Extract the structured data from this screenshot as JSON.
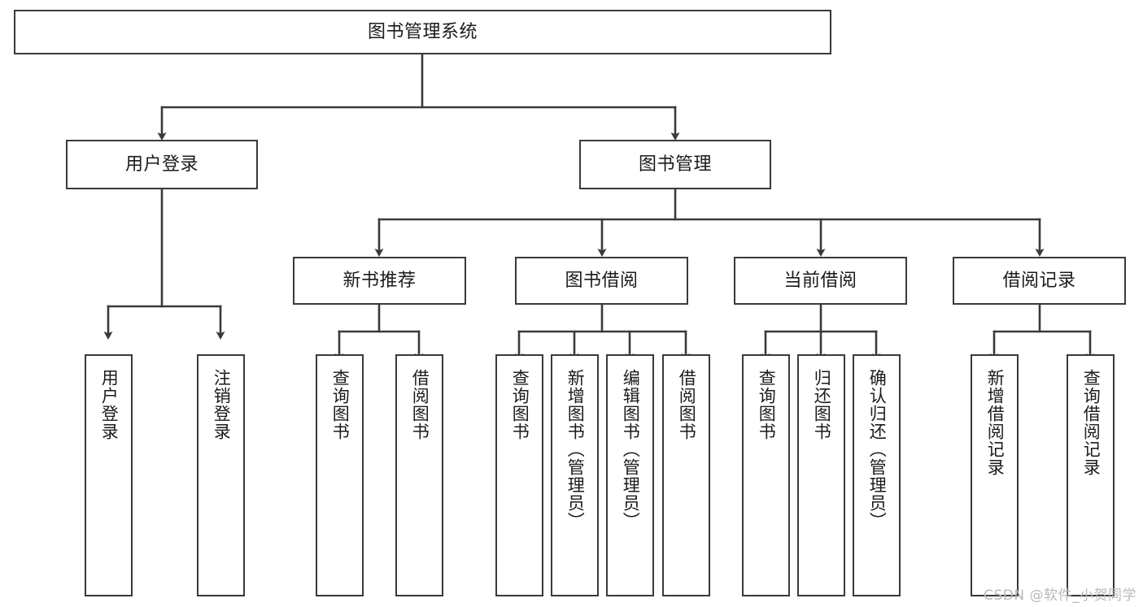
{
  "diagram": {
    "title": "图书管理系统",
    "type": "tree",
    "stroke_color": "#3a3a3c",
    "fill_color": "#ffffff",
    "background_color": "#ffffff",
    "text_color": "#1b1b1b"
  },
  "nodes": {
    "root": {
      "label": "图书管理系统"
    },
    "level1": [
      {
        "label": "用户登录"
      },
      {
        "label": "图书管理"
      }
    ],
    "level2": [
      {
        "label": "新书推荐"
      },
      {
        "label": "图书借阅"
      },
      {
        "label": "当前借阅"
      },
      {
        "label": "借阅记录"
      }
    ],
    "leaves": {
      "user_login": [
        {
          "label": "用户登录"
        },
        {
          "label": "注销登录"
        }
      ],
      "new_book_recommend": [
        {
          "label": "查询图书"
        },
        {
          "label": "借阅图书"
        }
      ],
      "book_borrow": [
        {
          "label": "查询图书"
        },
        {
          "label": "新增图书（管理员）"
        },
        {
          "label": "编辑图书（管理员）"
        },
        {
          "label": "借阅图书"
        }
      ],
      "current_borrow": [
        {
          "label": "查询图书"
        },
        {
          "label": "归还图书"
        },
        {
          "label": "确认归还（管理员）"
        }
      ],
      "borrow_record": [
        {
          "label": "新增借阅记录"
        },
        {
          "label": "查询借阅记录"
        }
      ]
    }
  },
  "watermark": {
    "text": "CSDN @软件_小贺同学"
  }
}
